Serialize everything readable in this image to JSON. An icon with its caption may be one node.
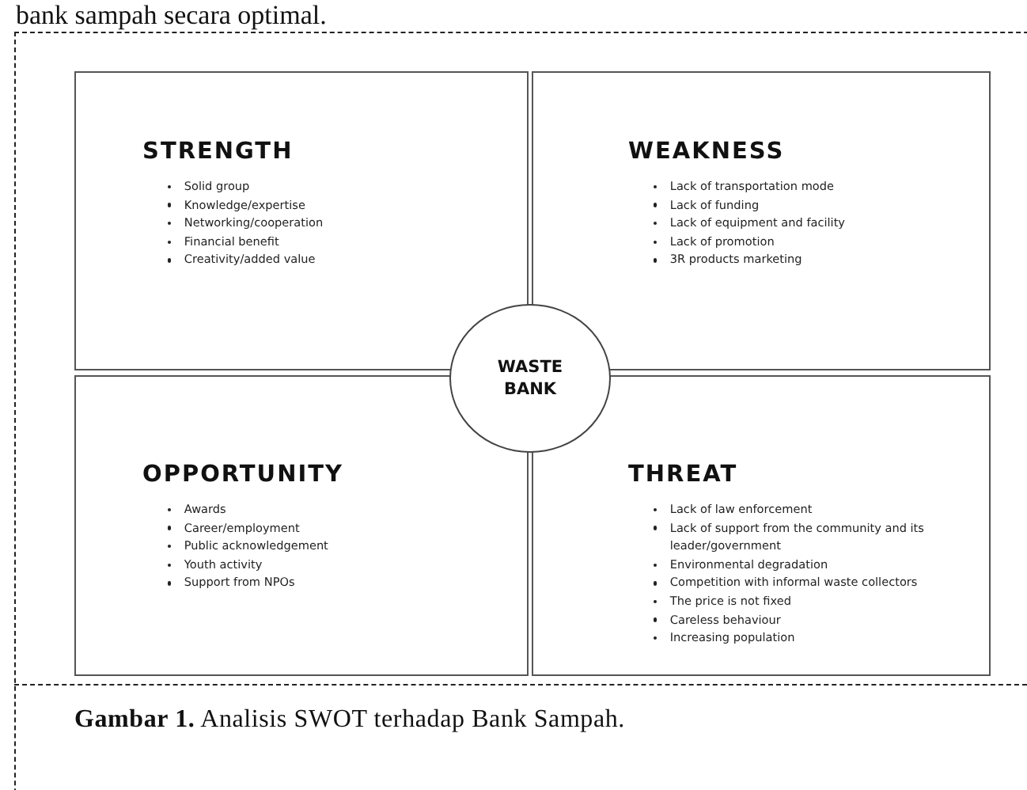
{
  "diagram": {
    "caption": "**Gambar 1.** Analisis SWOT terhadap Bank Sampah.",
    "nodes": [
      {
        "text": [
          "STRENGTH",
          "Solid group",
          "Knowledge/expertise",
          "Networking/cooperation",
          "Financial benefit",
          "Creativity/added value"
        ]
      },
      {
        "text": [
          "WEAKNESS",
          "Lack of transportation mode",
          "Lack of funding",
          "Lack of equipment and facility",
          "Lack of promotion",
          "3R products marketing"
        ]
      },
      {
        "text": [
          "OPPORTUNITY",
          "Awards",
          "Career/employment",
          "Public acknowledgement",
          "Youth activity",
          "Support from NPOs"
        ]
      },
      {
        "text": [
          "THREAT",
          "Lack of law enforcement",
          "Lack of support from the community and its leader/government",
          "Environmental degradation",
          "Competition with informal waste collectors",
          "The price is not fixed",
          "Careless behaviour",
          "Increasing population"
        ]
      },
      {
        "text": [
          "WASTE BANK"
        ]
      }
    ],
    "edges": [],
    "labels": [
      "bank sampah secara optimal."
    ]
  }
}
